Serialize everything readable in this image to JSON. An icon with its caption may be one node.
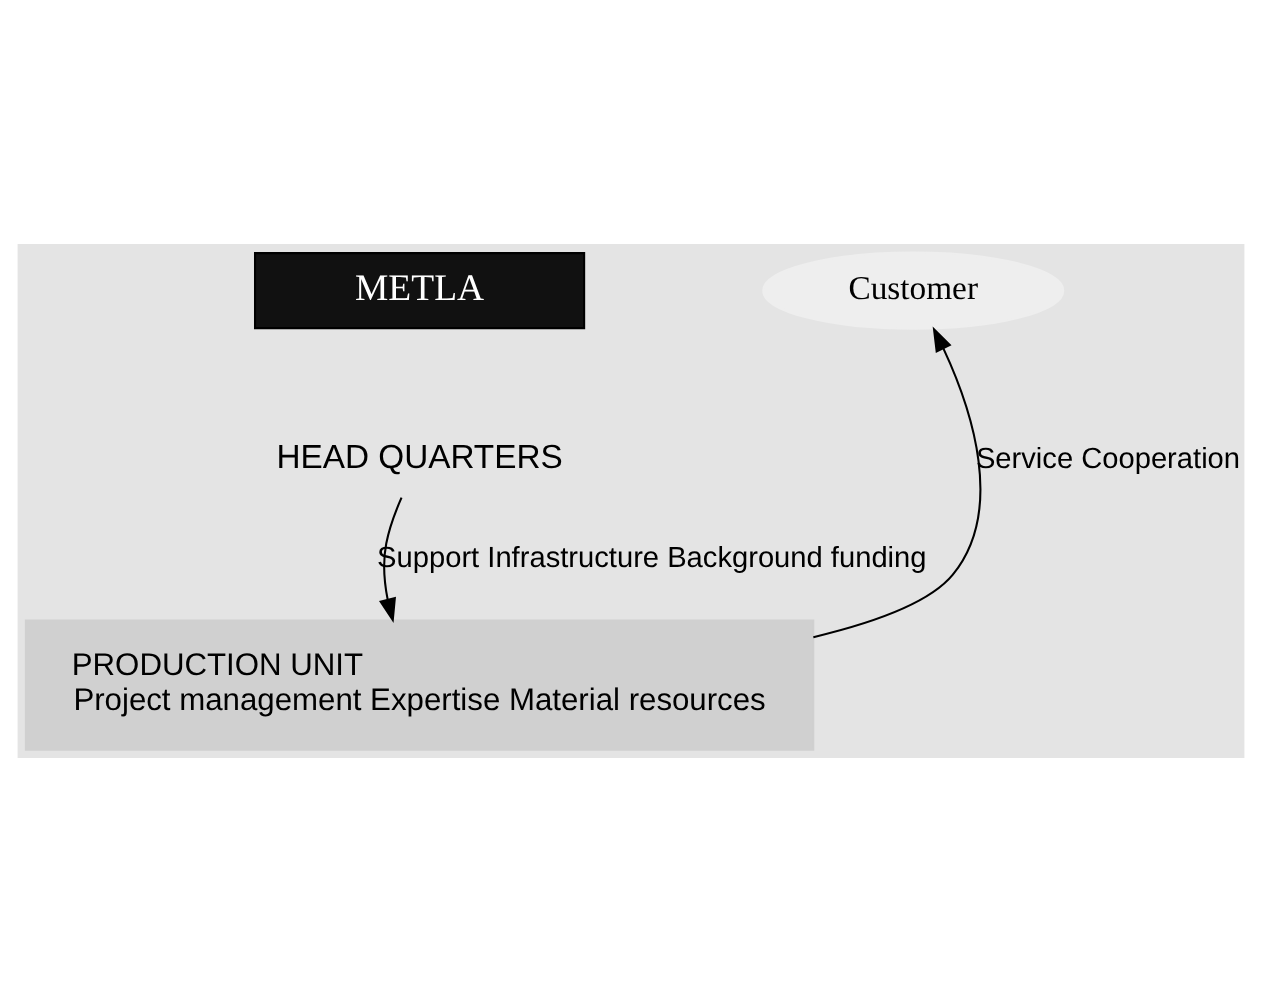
{
  "diagram": {
    "nodes": [
      {
        "text": [
          "METLA"
        ]
      },
      {
        "text": [
          "Customer"
        ]
      },
      {
        "text": [
          "HEAD QUARTERS"
        ]
      },
      {
        "text": [
          "PRODUCTION UNIT",
          "Project management Expertise Material resources"
        ]
      }
    ],
    "edges": [
      {
        "from": 2,
        "to": 3,
        "arrow": "to",
        "label": "Support Infrastructure Background funding"
      },
      {
        "from": 3,
        "to": 1,
        "arrow": "to",
        "label": "Service Cooperation"
      }
    ]
  }
}
